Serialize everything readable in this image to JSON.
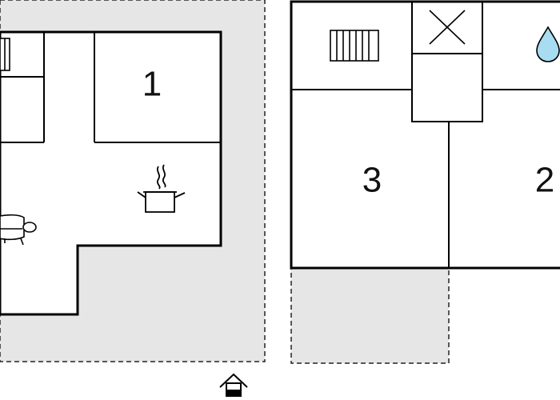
{
  "rooms": [
    {
      "number": "1"
    },
    {
      "number": "2"
    },
    {
      "number": "3"
    }
  ],
  "icons": {
    "radiator": "radiator-icon",
    "cross": "cross-icon",
    "water": "water-drop-icon",
    "cooking": "cooking-pot-icon",
    "sofa": "sofa-icon",
    "entrance": "entrance-icon"
  },
  "colors": {
    "wall": "#000000",
    "outdoor_area": "#e6e6e6",
    "water_drop": "#a8dcf0",
    "background": "#ffffff"
  }
}
